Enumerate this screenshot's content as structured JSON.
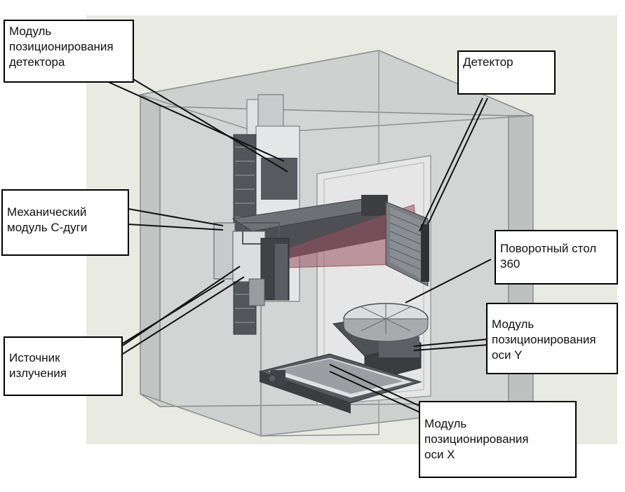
{
  "labels": {
    "detector_positioning": "Модуль\nпозиционирования\nдетектора",
    "detector": "Детектор",
    "c_arm": "Механический\nмодуль С-дуги",
    "rotary_table": "Поворотный стол\n360",
    "radiation_source": "Источник\nизлучения",
    "y_axis": "Модуль\nпозиционирования\nоси Y",
    "x_axis": "Модуль\nпозиционирования\nоси X"
  },
  "colors": {
    "background": "#ffffff",
    "backdrop": "#e9eae1",
    "enclosure_glass": "#c7c9c8",
    "metal_dark": "#4d4f54",
    "metal_light": "#d9dadb",
    "beam": "#9a5060",
    "callout_border": "#000000"
  }
}
